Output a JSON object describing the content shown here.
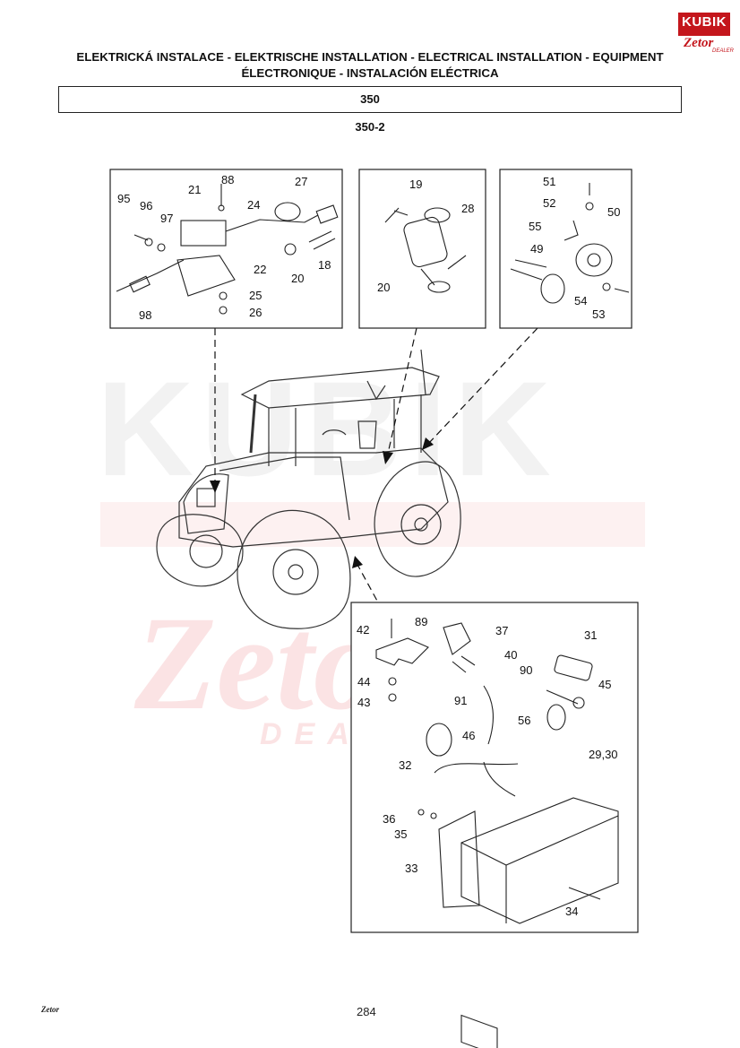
{
  "logo": {
    "top_text": "KUBIK",
    "brand_text": "Zetor",
    "dealer_text": "DEALER"
  },
  "header": {
    "title_line1": "ELEKTRICKÁ INSTALACE - ELEKTRISCHE INSTALLATION - ELECTRICAL INSTALLATION - EQUIPMENT",
    "title_line2": "ÉLECTRONIQUE - INSTALACIÓN ELÉCTRICA",
    "section": "350",
    "subsection": "350-2"
  },
  "watermark": {
    "word": "KUBIK",
    "brand": "Zetor",
    "dealer": "DEALER"
  },
  "parts": {
    "box1": {
      "p88": "88",
      "p27": "27",
      "p21": "21",
      "p95": "95",
      "p96": "96",
      "p24": "24",
      "p97": "97",
      "p22": "22",
      "p20": "20",
      "p18": "18",
      "p25": "25",
      "p98": "98",
      "p26": "26"
    },
    "box2": {
      "p19": "19",
      "p28": "28",
      "p20": "20"
    },
    "box3": {
      "p51": "51",
      "p52": "52",
      "p55": "55",
      "p50": "50",
      "p49": "49",
      "p54": "54",
      "p53": "53"
    },
    "box4": {
      "p42": "42",
      "p89": "89",
      "p37": "37",
      "p31": "31",
      "p40": "40",
      "p90": "90",
      "p44": "44",
      "p45": "45",
      "p91": "91",
      "p43": "43",
      "p56": "56",
      "p46": "46",
      "p2930": "29,30",
      "p32": "32",
      "p36": "36",
      "p35": "35",
      "p33": "33",
      "p34": "34"
    }
  },
  "footer": {
    "logo_text": "Zetor",
    "page_number": "284"
  }
}
